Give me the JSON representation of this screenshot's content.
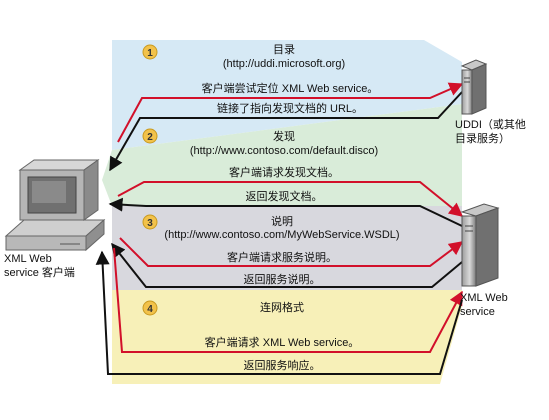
{
  "steps": [
    {
      "number": "1",
      "title": "目录",
      "url": "(http://uddi.microsoft.org)",
      "request": "客户端尝试定位 XML Web service。",
      "response": "链接了指向发现文档的 URL。",
      "color": "#d6e9f5"
    },
    {
      "number": "2",
      "title": "发现",
      "url": "(http://www.contoso.com/default.disco)",
      "request": "客户端请求发现文档。",
      "response": "返回发现文档。",
      "color": "#d9ecd9"
    },
    {
      "number": "3",
      "title": "说明",
      "url": "(http://www.contoso.com/MyWebService.WSDL)",
      "request": "客户端请求服务说明。",
      "response": "返回服务说明。",
      "color": "#d8d8de"
    },
    {
      "number": "4",
      "title": "连网格式",
      "url": "",
      "request": "客户端请求 XML Web service。",
      "response": "返回服务响应。",
      "color": "#f7f0b8"
    }
  ],
  "client": {
    "line1": "XML Web",
    "line2": "service 客户端"
  },
  "uddi": {
    "line1": "UDDI（或其他",
    "line2": "目录服务）"
  },
  "server": {
    "line1": "XML Web",
    "line2": "service"
  },
  "colors": {
    "request_arrow": "#d2102a",
    "response_arrow": "#111111",
    "badge": "#f2c24a"
  }
}
